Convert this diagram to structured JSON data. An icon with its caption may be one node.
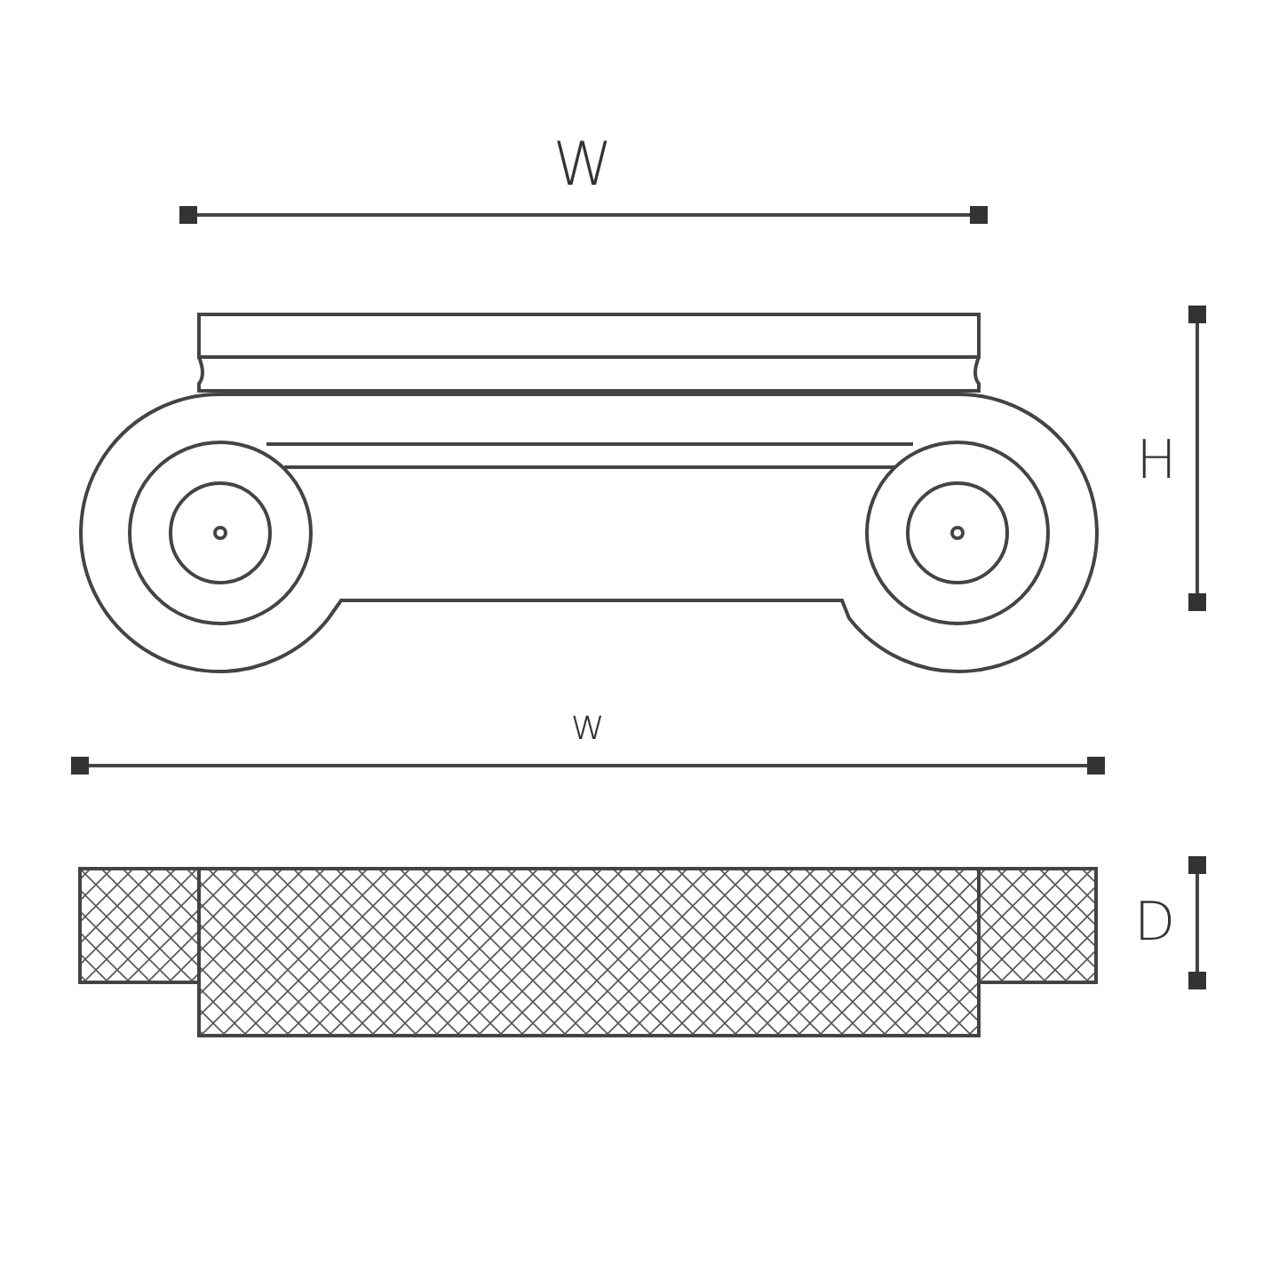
{
  "diagram": {
    "labels": [
      "W",
      "H",
      "w",
      "D"
    ]
  }
}
